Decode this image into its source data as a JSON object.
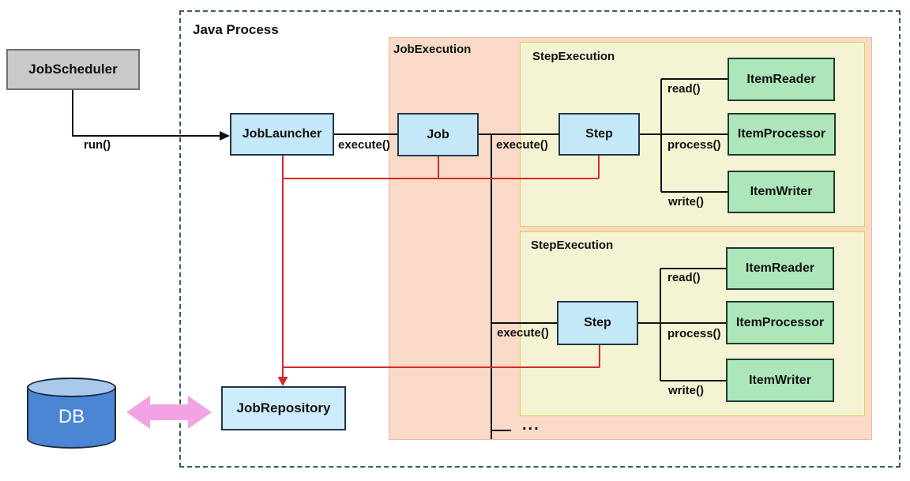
{
  "containers": {
    "java_process": "Java Process",
    "job_execution": "JobExecution"
  },
  "nodes": {
    "scheduler": "JobScheduler",
    "launcher": "JobLauncher",
    "job": "Job",
    "repository": "JobRepository",
    "db": "DB"
  },
  "groups": [
    {
      "container_label": "StepExecution",
      "step": "Step",
      "reader": "ItemReader",
      "processor": "ItemProcessor",
      "writer": "ItemWriter",
      "read_label": "read()",
      "process_label": "process()",
      "write_label": "write()",
      "execute_label": "execute()"
    },
    {
      "container_label": "StepExecution",
      "step": "Step",
      "reader": "ItemReader",
      "processor": "ItemProcessor",
      "writer": "ItemWriter",
      "read_label": "read()",
      "process_label": "process()",
      "write_label": "write()",
      "execute_label": "execute()"
    }
  ],
  "calls": {
    "run": "run()",
    "execute_job": "execute()",
    "ellipsis": "..."
  },
  "colors": {
    "blue_box_fill": "#c5e8f8",
    "blue_box_border": "#22364a",
    "green_box_fill": "#ace6b9",
    "gray_box_fill": "#c9c9c9",
    "pink_container_fill": "#f9d9c7",
    "yellow_container_fill": "#f4f3d3",
    "yellow_container_border": "#ddd04a",
    "dashed_border": "#3d5a68",
    "black_line": "#111111",
    "red_line": "#d42a2a",
    "pink_arrow": "#f2a3e3",
    "db_body": "#4a86d4",
    "db_top": "#a8c8ec"
  }
}
